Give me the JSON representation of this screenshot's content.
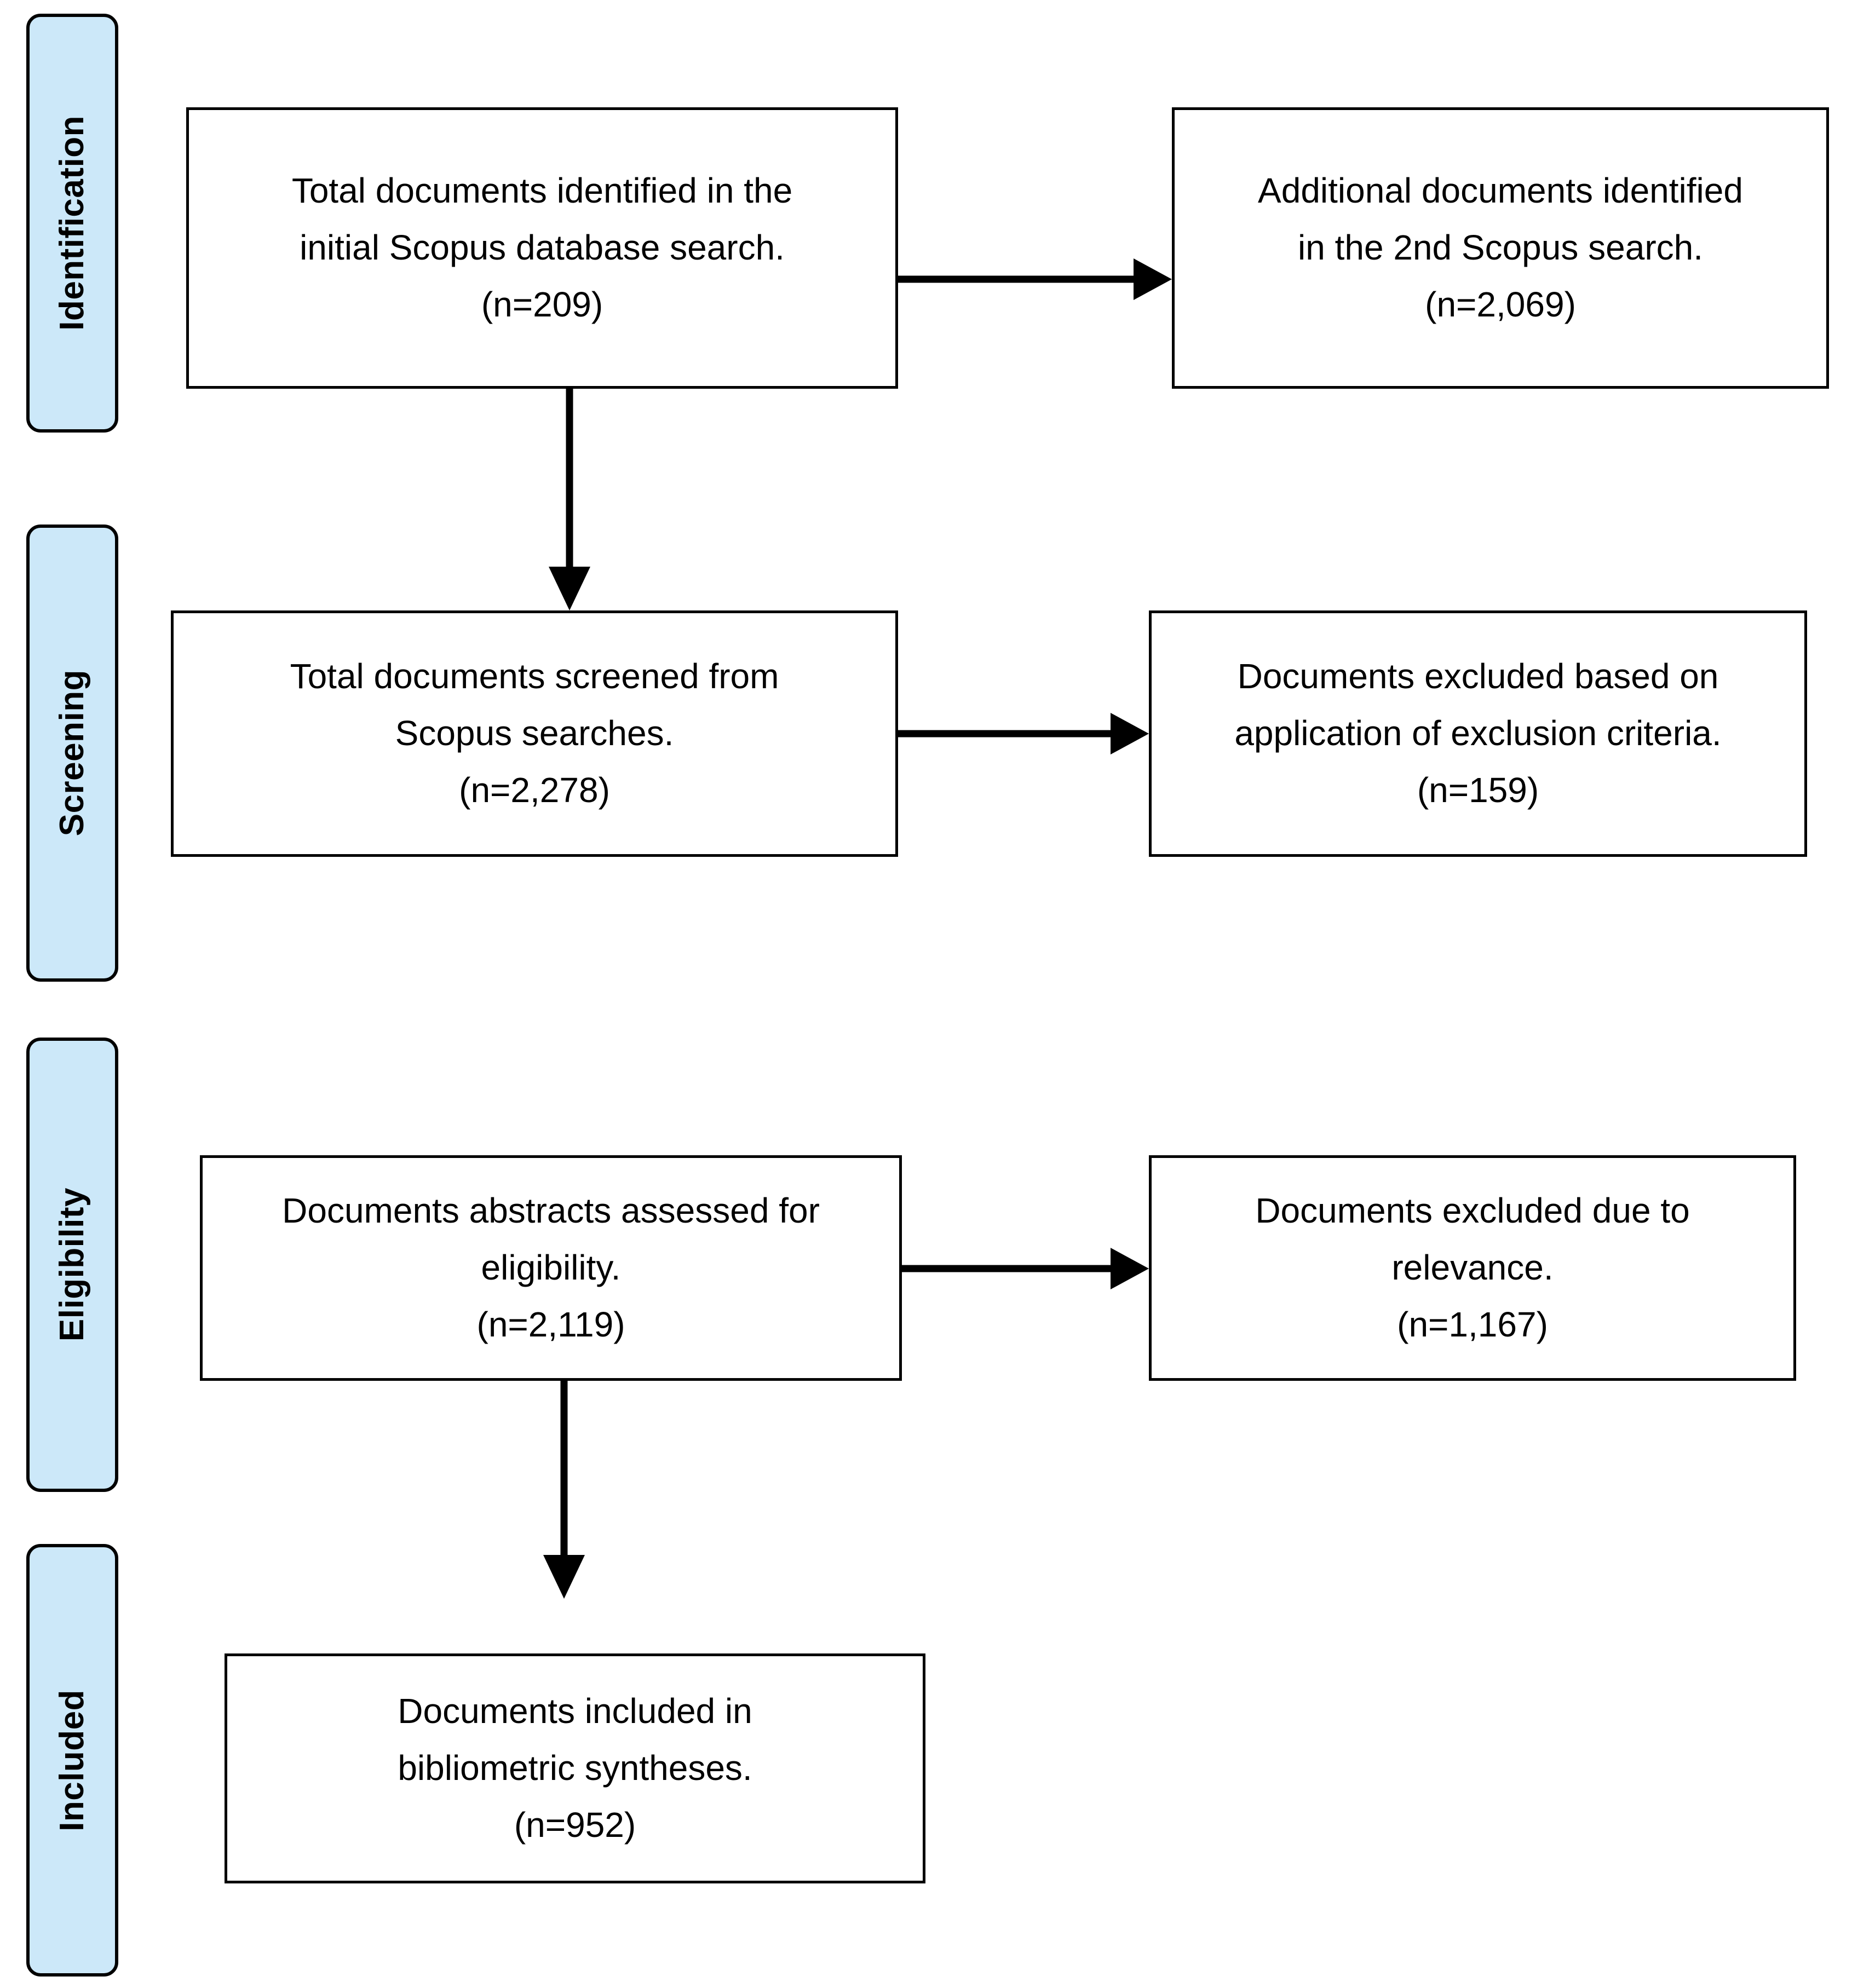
{
  "diagram": {
    "type": "prisma-flow-diagram",
    "stages": [
      {
        "id": "identification",
        "label": "Identification"
      },
      {
        "id": "screening",
        "label": "Screening"
      },
      {
        "id": "eligibility",
        "label": "Eligibility"
      },
      {
        "id": "included",
        "label": "Included"
      }
    ],
    "boxes": [
      {
        "id": "identified-initial",
        "stage": "identification",
        "column": "left",
        "text": "Total documents identified in the\ninitial Scopus database search.\n(n=209)",
        "count_label": "(n=209)",
        "count": 209
      },
      {
        "id": "identified-additional",
        "stage": "identification",
        "column": "right",
        "text": "Additional documents identified\nin the 2nd Scopus search.\n(n=2,069)",
        "count_label": "(n=2,069)",
        "count": 2069
      },
      {
        "id": "screened-total",
        "stage": "screening",
        "column": "left",
        "text": "Total documents screened from\nScopus searches.\n(n=2,278)",
        "count_label": "(n=2,278)",
        "count": 2278
      },
      {
        "id": "excluded-criteria",
        "stage": "screening",
        "column": "right",
        "text": "Documents excluded based on\napplication of exclusion criteria.\n(n=159)",
        "count_label": "(n=159)",
        "count": 159
      },
      {
        "id": "abstracts-assessed",
        "stage": "eligibility",
        "column": "left",
        "text": "Documents abstracts assessed for\neligibility.\n(n=2,119)",
        "count_label": "(n=2,119)",
        "count": 2119
      },
      {
        "id": "excluded-relevance",
        "stage": "eligibility",
        "column": "right",
        "text": "Documents excluded due to\nrelevance.\n(n=1,167)",
        "count_label": "(n=1,167)",
        "count": 1167
      },
      {
        "id": "included-synthesis",
        "stage": "included",
        "column": "left",
        "text": "Documents included in\nbibliometric syntheses.\n(n=952)",
        "count_label": "(n=952)",
        "count": 952
      }
    ],
    "connectors": [
      {
        "id": "identified-initial-to-additional",
        "from": "identified-initial",
        "to": "identified-additional",
        "direction": "right"
      },
      {
        "id": "identified-initial-to-screened",
        "from": "identified-initial",
        "to": "screened-total",
        "direction": "down"
      },
      {
        "id": "screened-to-excluded-criteria",
        "from": "screened-total",
        "to": "excluded-criteria",
        "direction": "right"
      },
      {
        "id": "abstracts-to-excluded-relevance",
        "from": "abstracts-assessed",
        "to": "excluded-relevance",
        "direction": "right"
      },
      {
        "id": "abstracts-to-included",
        "from": "abstracts-assessed",
        "to": "included-synthesis",
        "direction": "down"
      }
    ],
    "colors": {
      "stage_pill_fill": "#cce8f9",
      "stroke": "#000000",
      "box_fill": "#ffffff",
      "background": "#ffffff"
    }
  }
}
